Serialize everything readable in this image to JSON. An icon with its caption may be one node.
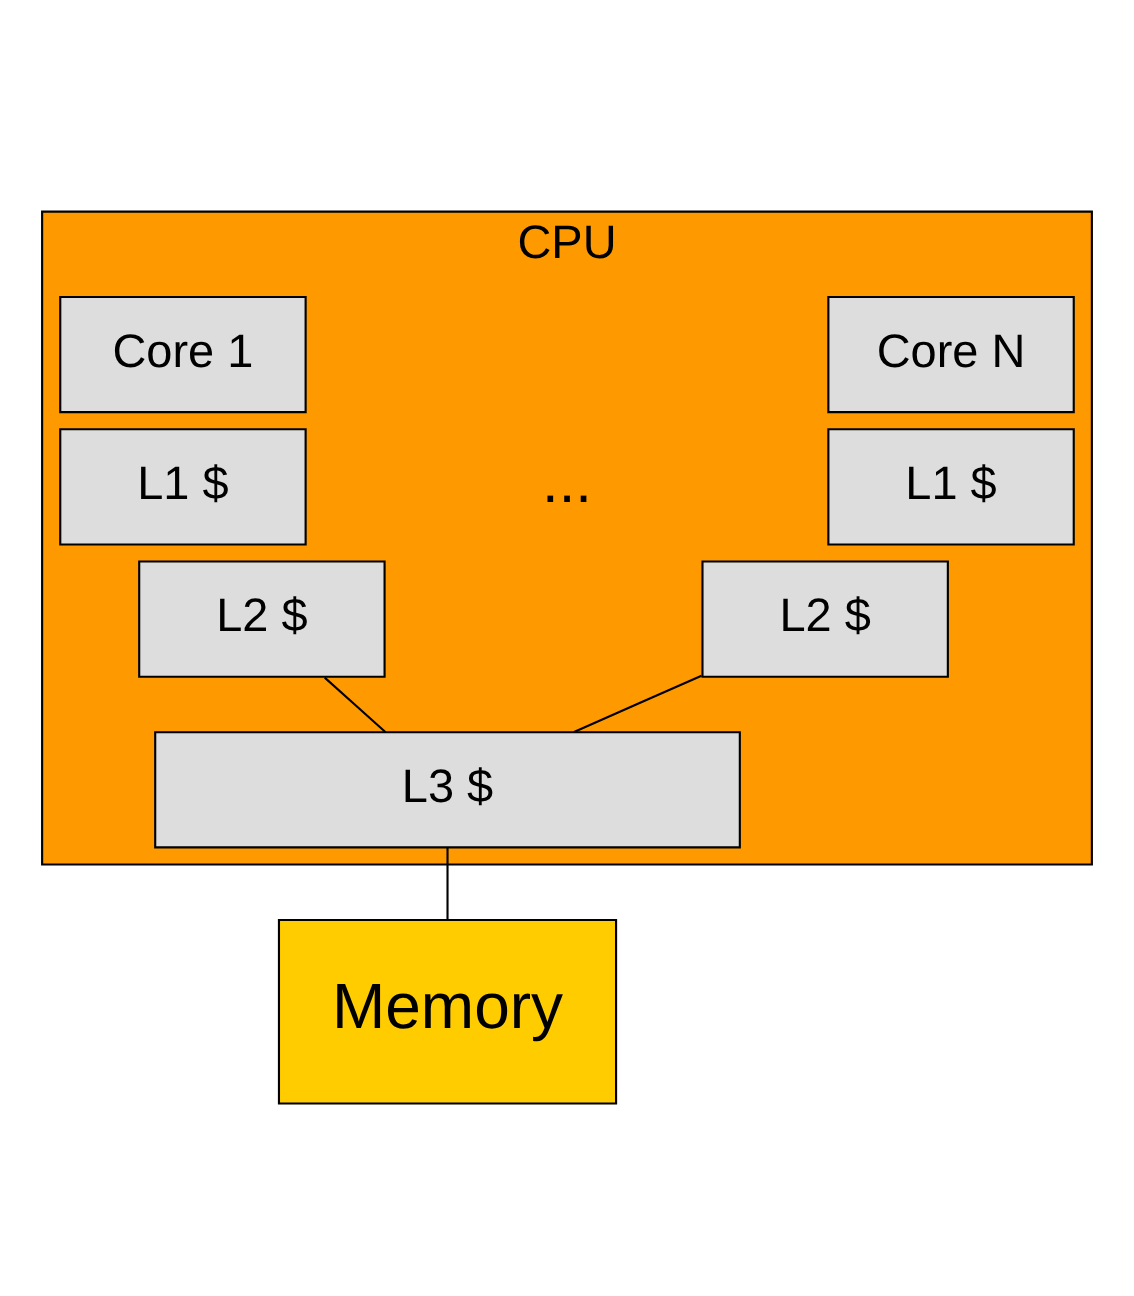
{
  "diagram": {
    "nodes": [
      {
        "text": [
          "CPU"
        ]
      },
      {
        "text": [
          "Core 1"
        ],
        "in": 0
      },
      {
        "text": [
          "L1 $"
        ],
        "in": 0
      },
      {
        "text": [
          "L2 $"
        ],
        "in": 0
      },
      {
        "text": [
          "Core N"
        ],
        "in": 0
      },
      {
        "text": [
          "L1 $"
        ],
        "in": 0
      },
      {
        "text": [
          "L2 $"
        ],
        "in": 0
      },
      {
        "text": [
          "L3 $"
        ],
        "in": 0
      },
      {
        "text": [
          "Memory"
        ]
      }
    ],
    "edges": [
      {
        "from": 3,
        "to": 7,
        "arrow": "none"
      },
      {
        "from": 6,
        "to": 7,
        "arrow": "none"
      },
      {
        "from": 7,
        "to": 8,
        "arrow": "none"
      }
    ],
    "labels": [
      "..."
    ]
  }
}
